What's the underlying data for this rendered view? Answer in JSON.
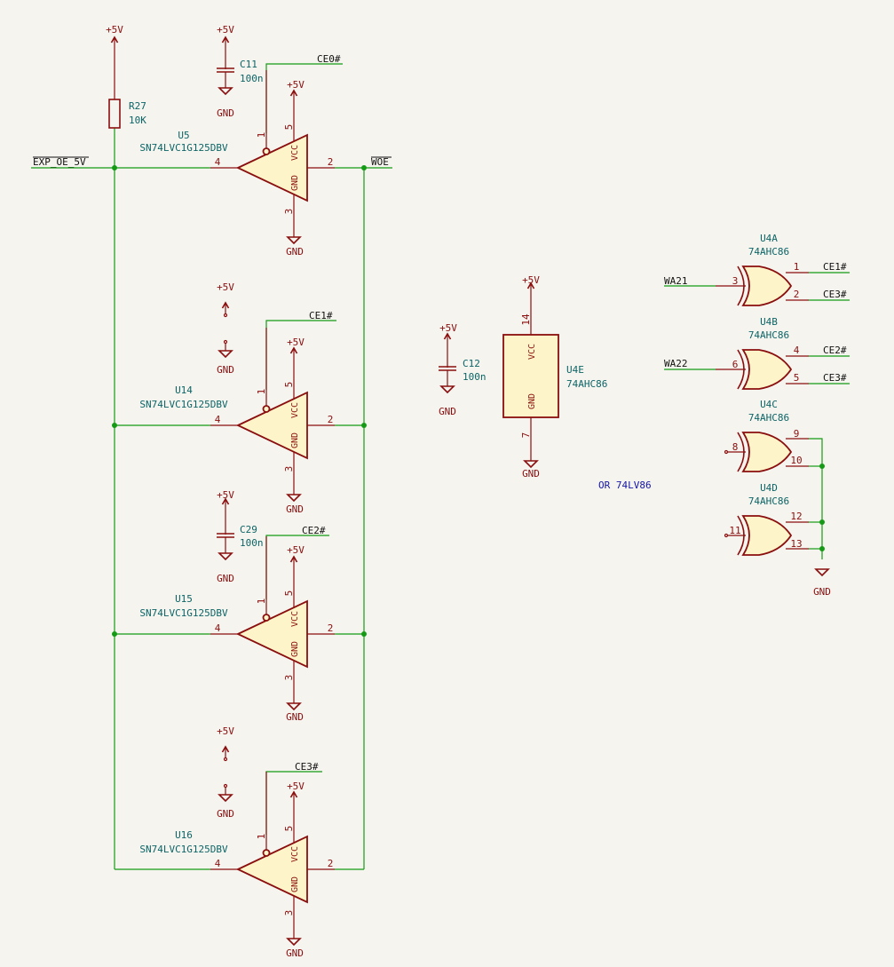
{
  "power": {
    "vcc": "+5V",
    "gnd": "GND"
  },
  "resistor": {
    "ref": "R27",
    "value": "10K"
  },
  "caps": {
    "c11": {
      "ref": "C11",
      "value": "100n"
    },
    "c12": {
      "ref": "C12",
      "value": "100n"
    },
    "c29": {
      "ref": "C29",
      "value": "100n"
    }
  },
  "buffers": {
    "u5": {
      "ref": "U5",
      "part": "SN74LVC1G125DBV",
      "oe_net": "CE0#"
    },
    "u14": {
      "ref": "U14",
      "part": "SN74LVC1G125DBV",
      "oe_net": "CE1#"
    },
    "u15": {
      "ref": "U15",
      "part": "SN74LVC1G125DBV",
      "oe_net": "CE2#"
    },
    "u16": {
      "ref": "U16",
      "part": "SN74LVC1G125DBV",
      "oe_net": "CE3#"
    },
    "pins": {
      "oe": "1",
      "in": "4",
      "out": "2",
      "vcc": "5",
      "gnd": "3"
    },
    "body_vcc": "VCC",
    "body_gnd": "GND"
  },
  "nets": {
    "exp_oe": "EXP_OE_5V",
    "woe": "WOE",
    "wa21": "WA21",
    "wa22": "WA22",
    "ce1": "CE1#",
    "ce2": "CE2#",
    "ce3": "CE3#"
  },
  "xor": {
    "u4a": {
      "ref": "U4A",
      "part": "74AHC86",
      "pins": [
        "3",
        "1",
        "2"
      ]
    },
    "u4b": {
      "ref": "U4B",
      "part": "74AHC86",
      "pins": [
        "6",
        "4",
        "5"
      ]
    },
    "u4c": {
      "ref": "U4C",
      "part": "74AHC86",
      "pins": [
        "8",
        "9",
        "10"
      ]
    },
    "u4d": {
      "ref": "U4D",
      "part": "74AHC86",
      "pins": [
        "11",
        "12",
        "13"
      ]
    },
    "u4e": {
      "ref": "U4E",
      "part": "74AHC86",
      "vcc_pin": "14",
      "gnd_pin": "7",
      "body_vcc": "VCC",
      "body_gnd": "GND"
    }
  },
  "note": "OR 74LV86"
}
